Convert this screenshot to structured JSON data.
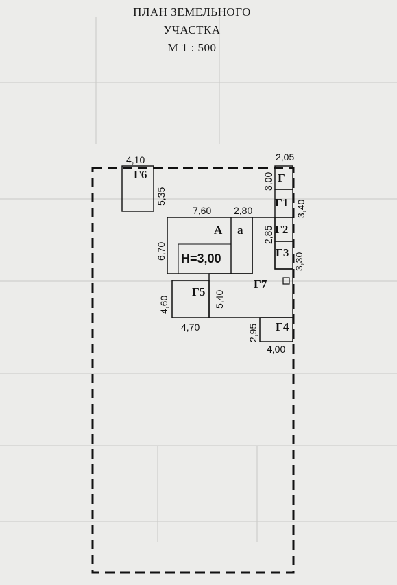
{
  "title": {
    "line1": "ПЛАН ЗЕМЕЛЬНОГО",
    "line2": "УЧАСТКА",
    "scale": "М 1 : 500"
  },
  "buildings": {
    "main_house": "А",
    "annex": "а",
    "height_note": "Н=3,00",
    "G": "Г",
    "G1": "Г1",
    "G2": "Г2",
    "G3": "Г3",
    "G4": "Г4",
    "G5": "Г5",
    "G6": "Г6",
    "G7": "Г7"
  },
  "dimensions": {
    "g6_width": "4,10",
    "g6_height": "5,35",
    "g_width": "2,05",
    "g_height": "3,00",
    "g1_height": "3,40",
    "house_width": "7,60",
    "annex_width": "2,80",
    "house_height": "6,70",
    "g2_height": "2,85",
    "g3_height": "3,30",
    "g5_height": "4,60",
    "g5_right_height": "5,40",
    "g5_width": "4,70",
    "g4_height": "2,95",
    "g4_width": "4,00"
  },
  "colors": {
    "paper": "#ececea",
    "ink": "#111111",
    "faint_grid": "#c9c9c6"
  }
}
